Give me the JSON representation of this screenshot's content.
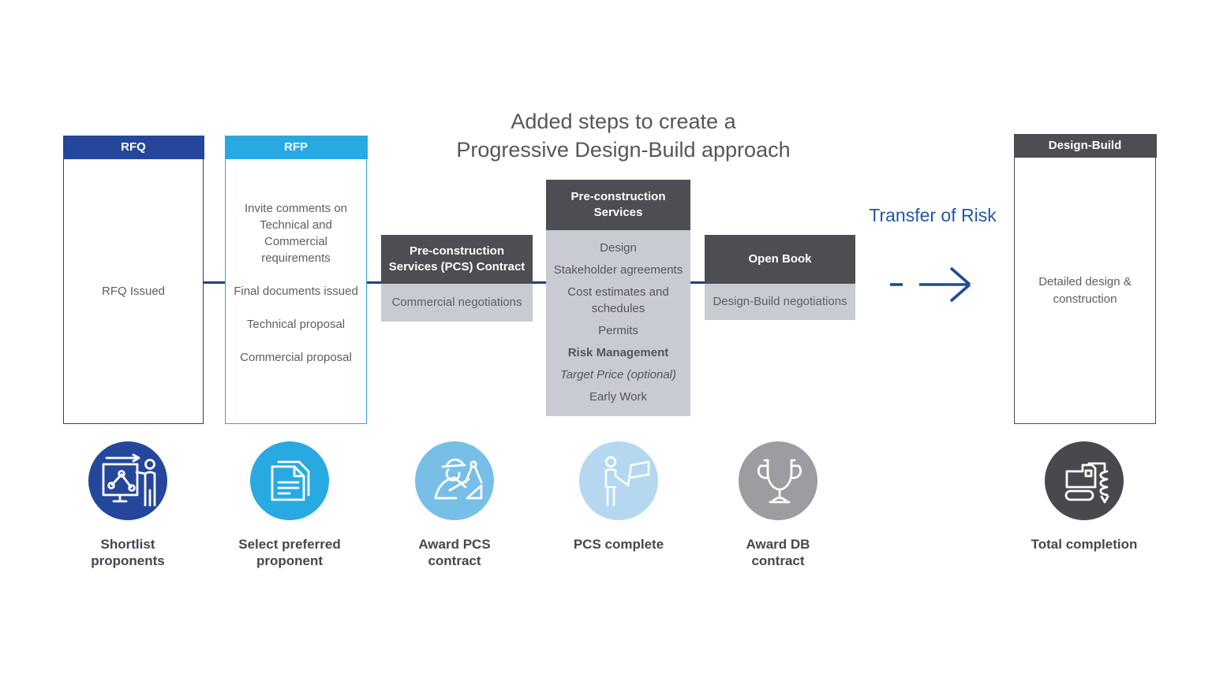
{
  "title": {
    "line1": "Added steps to create a",
    "line2": "Progressive Design-Build approach"
  },
  "stages": {
    "rfq": {
      "header": "RFQ",
      "body": "RFQ Issued"
    },
    "rfp": {
      "header": "RFP",
      "items": [
        "Invite comments on Technical and Commercial requirements",
        "Final documents issued",
        "Technical proposal",
        "Commercial proposal"
      ]
    },
    "pcs_contract": {
      "header": "Pre-construction Services (PCS) Contract",
      "body": "Commercial negotiations"
    },
    "pcs_services": {
      "header": "Pre-construction Services",
      "items": [
        "Design",
        "Stakeholder agreements",
        "Cost estimates and schedules",
        "Permits",
        "Risk Management",
        "Target Price (optional)",
        "Early Work"
      ]
    },
    "open_book": {
      "header": "Open Book",
      "body": "Design-Build negotiations"
    },
    "design_build": {
      "header": "Design-Build",
      "body": "Detailed design & construction"
    }
  },
  "transfer_of_risk": {
    "label": "Transfer of Risk"
  },
  "milestones": [
    {
      "label": "Shortlist proponents",
      "icon": "presentation-chart-icon",
      "color": "#24479b"
    },
    {
      "label": "Select preferred proponent",
      "icon": "documents-icon",
      "color": "#29a9e1"
    },
    {
      "label": "Award PCS contract",
      "icon": "engineer-drafting-icon",
      "color": "#78bfe7"
    },
    {
      "label": "PCS complete",
      "icon": "person-flag-icon",
      "color": "#b5d8f0"
    },
    {
      "label": "Award DB contract",
      "icon": "trophy-icon",
      "color": "#9c9ca1"
    },
    {
      "label": "Total completion",
      "icon": "drilling-rig-icon",
      "color": "#48484e"
    }
  ],
  "colors": {
    "navy": "#24479b",
    "light_blue": "#29a9e1",
    "dark_gray": "#4d4d53",
    "light_gray_body": "#c9cbd2",
    "connector_line": "#24417e",
    "arrow_blue": "#1d4b96",
    "transfer_text": "#2456a4",
    "body_text": "#5a5e66",
    "title_text": "#54565c"
  }
}
